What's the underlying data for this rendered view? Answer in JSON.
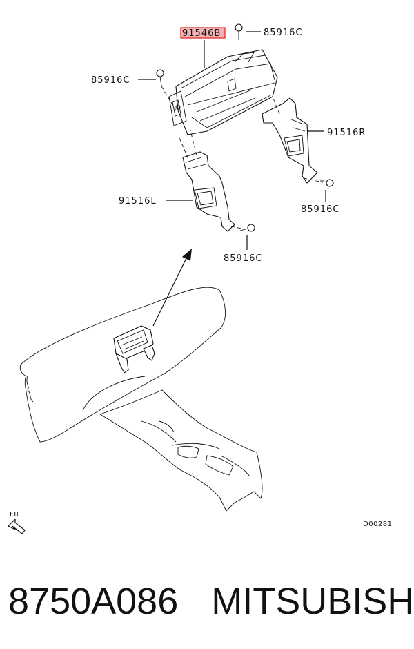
{
  "callouts": {
    "main_part": "91546B",
    "screw_top": "85916C",
    "screw_left": "85916C",
    "bracket_right": "91516R",
    "screw_right": "85916C",
    "bracket_left": "91516L",
    "screw_bottom": "85916C"
  },
  "direction_label": "FR",
  "diagram_code": "D00281",
  "caption": {
    "part_number": "8750A086",
    "brand": "MITSUBISHI"
  },
  "colors": {
    "highlight": "#e0201c",
    "highlight_fill": "#f3b3b3",
    "line": "#111111"
  }
}
